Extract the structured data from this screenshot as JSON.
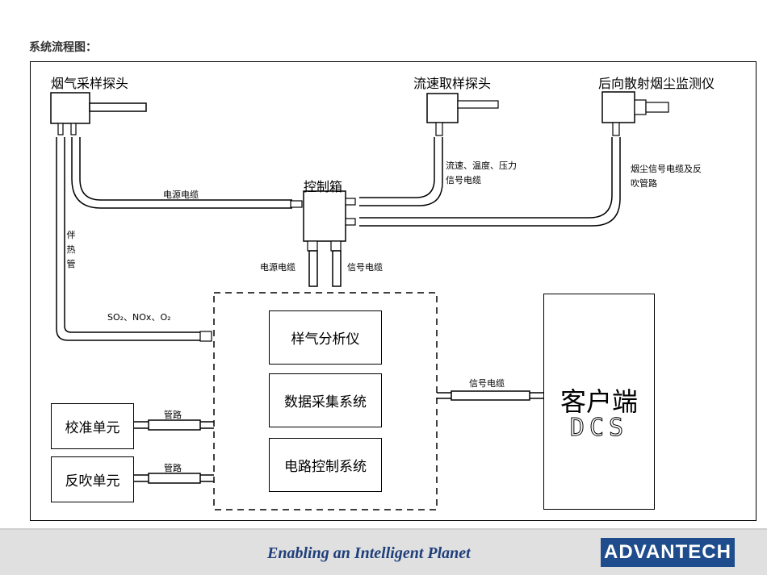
{
  "title": "系统流程图：",
  "devices": {
    "flue_probe": "烟气采样探头",
    "flow_probe": "流速取样探头",
    "dust_monitor": "后向散射烟尘监测仪",
    "control_box": "控制箱"
  },
  "cables": {
    "power_cable_top": "电源电缆",
    "flow_signal": "流速、温度、压力信号电缆",
    "dust_signal": "烟尘信号电缆及反吹管路",
    "heat_tube": "伴热管",
    "gases": "SO₂、NOx、O₂",
    "power_cable_down": "电源电缆",
    "signal_cable_down": "信号电缆",
    "dcs_signal": "信号电缆",
    "pipe_calib": "管路",
    "pipe_blow": "管路"
  },
  "boxes": {
    "analyzer": "样气分析仪",
    "daq": "数据采集系统",
    "circuit": "电路控制系统",
    "calib_unit": "校准单元",
    "blowback_unit": "反吹单元",
    "client": "客户端",
    "client_sub": "DCS"
  },
  "footer": {
    "slogan": "Enabling an Intelligent Planet",
    "logo": "ADVANTECH"
  }
}
